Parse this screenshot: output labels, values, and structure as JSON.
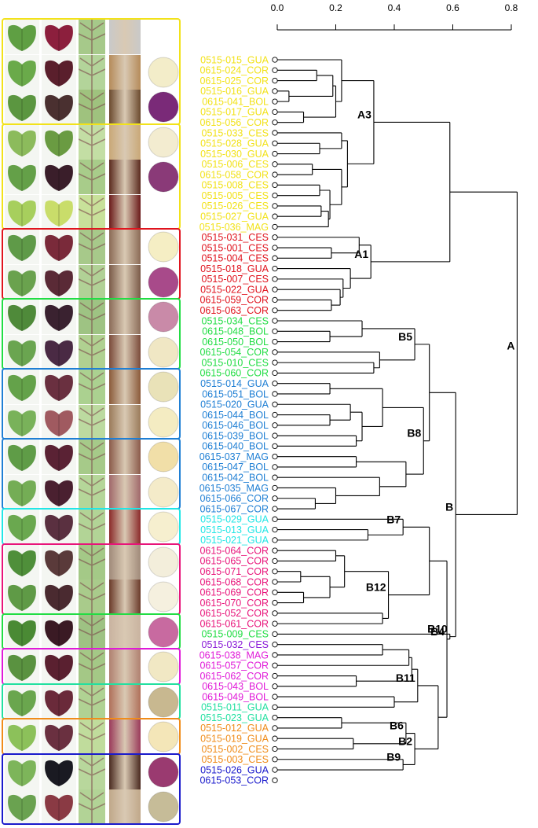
{
  "axis": {
    "ticks": [
      0.0,
      0.2,
      0.4,
      0.6,
      0.8
    ],
    "tick_labels": [
      "0.0",
      "0.2",
      "0.4",
      "0.6",
      "0.8"
    ],
    "range": [
      0.0,
      0.8
    ]
  },
  "colors": {
    "yellow": "#f2e21a",
    "red": "#e0141e",
    "green": "#22dd44",
    "blue": "#1f7fd4",
    "cyan": "#22e6e6",
    "pink": "#e8147a",
    "purple": "#8a1ad8",
    "magenta": "#e01ad8",
    "turquoise": "#22e0a0",
    "orange": "#f08c1a",
    "navy": "#1a1acc"
  },
  "leaves": [
    {
      "label": "0515-015_GUA",
      "color": "yellow"
    },
    {
      "label": "0615-024_COR",
      "color": "yellow"
    },
    {
      "label": "0615-025_COR",
      "color": "yellow"
    },
    {
      "label": "0515-016_GUA",
      "color": "yellow"
    },
    {
      "label": "0615-041_BOL",
      "color": "yellow"
    },
    {
      "label": "0515-017_GUA",
      "color": "yellow"
    },
    {
      "label": "0615-056_COR",
      "color": "yellow"
    },
    {
      "label": "0515-033_CES",
      "color": "yellow"
    },
    {
      "label": "0515-028_GUA",
      "color": "yellow"
    },
    {
      "label": "0515-030_GUA",
      "color": "yellow"
    },
    {
      "label": "0515-006_CES",
      "color": "yellow"
    },
    {
      "label": "0615-058_COR",
      "color": "yellow"
    },
    {
      "label": "0515-008_CES",
      "color": "yellow"
    },
    {
      "label": "0515-005_CES",
      "color": "yellow"
    },
    {
      "label": "0515-026_CES",
      "color": "yellow"
    },
    {
      "label": "0515-027_GUA",
      "color": "yellow"
    },
    {
      "label": "0515-036_MAG",
      "color": "yellow"
    },
    {
      "label": "0515-031_CES",
      "color": "red"
    },
    {
      "label": "0515-001_CES",
      "color": "red"
    },
    {
      "label": "0515-004_CES",
      "color": "red"
    },
    {
      "label": "0515-018_GUA",
      "color": "red"
    },
    {
      "label": "0515-007_CES",
      "color": "red"
    },
    {
      "label": "0515-022_GUA",
      "color": "red"
    },
    {
      "label": "0615-059_COR",
      "color": "red"
    },
    {
      "label": "0615-063_COR",
      "color": "red"
    },
    {
      "label": "0515-034_CES",
      "color": "green"
    },
    {
      "label": "0615-048_BOL",
      "color": "green"
    },
    {
      "label": "0615-050_BOL",
      "color": "green"
    },
    {
      "label": "0615-054_COR",
      "color": "green"
    },
    {
      "label": "0515-010_CES",
      "color": "green"
    },
    {
      "label": "0615-060_COR",
      "color": "green"
    },
    {
      "label": "0515-014_GUA",
      "color": "blue"
    },
    {
      "label": "0615-051_BOL",
      "color": "blue"
    },
    {
      "label": "0515-020_GUA",
      "color": "blue"
    },
    {
      "label": "0615-044_BOL",
      "color": "blue"
    },
    {
      "label": "0615-046_BOL",
      "color": "blue"
    },
    {
      "label": "0615-039_BOL",
      "color": "blue"
    },
    {
      "label": "0615-040_BOL",
      "color": "blue"
    },
    {
      "label": "0615-037_MAG",
      "color": "blue"
    },
    {
      "label": "0615-047_BOL",
      "color": "blue"
    },
    {
      "label": "0615-042_BOL",
      "color": "blue"
    },
    {
      "label": "0615-035_MAG",
      "color": "blue"
    },
    {
      "label": "0615-066_COR",
      "color": "blue"
    },
    {
      "label": "0615-067_COR",
      "color": "blue"
    },
    {
      "label": "0515-029_GUA",
      "color": "cyan"
    },
    {
      "label": "0515-013_GUA",
      "color": "cyan"
    },
    {
      "label": "0515-021_GUA",
      "color": "cyan"
    },
    {
      "label": "0615-064_COR",
      "color": "pink"
    },
    {
      "label": "0615-065_COR",
      "color": "pink"
    },
    {
      "label": "0615-071_COR",
      "color": "pink"
    },
    {
      "label": "0615-068_COR",
      "color": "pink"
    },
    {
      "label": "0615-069_COR",
      "color": "pink"
    },
    {
      "label": "0615-070_COR",
      "color": "pink"
    },
    {
      "label": "0615-052_COR",
      "color": "pink"
    },
    {
      "label": "0615-061_COR",
      "color": "pink"
    },
    {
      "label": "0515-009_CES",
      "color": "green"
    },
    {
      "label": "0515-032_CES",
      "color": "purple"
    },
    {
      "label": "0615-038_MAG",
      "color": "magenta"
    },
    {
      "label": "0615-057_COR",
      "color": "magenta"
    },
    {
      "label": "0615-062_COR",
      "color": "magenta"
    },
    {
      "label": "0615-043_BOL",
      "color": "magenta"
    },
    {
      "label": "0615-049_BOL",
      "color": "magenta"
    },
    {
      "label": "0515-011_GUA",
      "color": "turquoise"
    },
    {
      "label": "0515-023_GUA",
      "color": "turquoise"
    },
    {
      "label": "0515-012_GUA",
      "color": "orange"
    },
    {
      "label": "0515-019_GUA",
      "color": "orange"
    },
    {
      "label": "0515-002_CES",
      "color": "orange"
    },
    {
      "label": "0515-003_CES",
      "color": "orange"
    },
    {
      "label": "0515-026_GUA",
      "color": "navy"
    },
    {
      "label": "0615-053_COR",
      "color": "navy"
    }
  ],
  "merges": [
    {
      "a": 1,
      "b": 2,
      "h": 0.135
    },
    {
      "a": 3,
      "b": 4,
      "h": 0.04
    },
    {
      "a": 5,
      "b": 6,
      "h": 0.09
    },
    {
      "a": 1,
      "b": 3,
      "h": 0.19
    },
    {
      "a": 1,
      "b": 5,
      "h": 0.2
    },
    {
      "a": 0,
      "b": 1,
      "h": 0.22
    },
    {
      "a": 8,
      "b": 9,
      "h": 0.145
    },
    {
      "a": 7,
      "b": 8,
      "h": 0.22
    },
    {
      "a": 10,
      "b": 11,
      "h": 0.12
    },
    {
      "a": 12,
      "b": 13,
      "h": 0.145
    },
    {
      "a": 14,
      "b": 15,
      "h": 0.15
    },
    {
      "a": 14,
      "b": 16,
      "h": 0.175
    },
    {
      "a": 12,
      "b": 14,
      "h": 0.18
    },
    {
      "a": 10,
      "b": 12,
      "h": 0.22
    },
    {
      "a": 7,
      "b": 10,
      "h": 0.24
    },
    {
      "a": 0,
      "b": 7,
      "h": 0.33
    },
    {
      "a": 18,
      "b": 19,
      "h": 0.185
    },
    {
      "a": 17,
      "b": 18,
      "h": 0.28
    },
    {
      "a": 23,
      "b": 24,
      "h": 0.185
    },
    {
      "a": 22,
      "b": 23,
      "h": 0.215
    },
    {
      "a": 21,
      "b": 22,
      "h": 0.225
    },
    {
      "a": 20,
      "b": 21,
      "h": 0.25
    },
    {
      "a": 17,
      "b": 20,
      "h": 0.32
    },
    {
      "a": 0,
      "b": 17,
      "h": 0.59
    },
    {
      "a": 26,
      "b": 27,
      "h": 0.18
    },
    {
      "a": 25,
      "b": 26,
      "h": 0.29
    },
    {
      "a": 29,
      "b": 30,
      "h": 0.33
    },
    {
      "a": 28,
      "b": 29,
      "h": 0.35
    },
    {
      "a": 25,
      "b": 28,
      "h": 0.47
    },
    {
      "a": 31,
      "b": 32,
      "h": 0.18
    },
    {
      "a": 34,
      "b": 35,
      "h": 0.18
    },
    {
      "a": 33,
      "b": 34,
      "h": 0.25
    },
    {
      "a": 36,
      "b": 37,
      "h": 0.27
    },
    {
      "a": 33,
      "b": 36,
      "h": 0.29
    },
    {
      "a": 31,
      "b": 33,
      "h": 0.36
    },
    {
      "a": 38,
      "b": 39,
      "h": 0.27
    },
    {
      "a": 42,
      "b": 43,
      "h": 0.13
    },
    {
      "a": 41,
      "b": 42,
      "h": 0.2
    },
    {
      "a": 40,
      "b": 41,
      "h": 0.35
    },
    {
      "a": 38,
      "b": 40,
      "h": 0.44
    },
    {
      "a": 31,
      "b": 38,
      "h": 0.5
    },
    {
      "a": 25,
      "b": 31,
      "h": 0.52
    },
    {
      "a": 45,
      "b": 46,
      "h": 0.31
    },
    {
      "a": 44,
      "b": 45,
      "h": 0.43
    },
    {
      "a": 47,
      "b": 48,
      "h": 0.2
    },
    {
      "a": 49,
      "b": 50,
      "h": 0.08
    },
    {
      "a": 51,
      "b": 52,
      "h": 0.09
    },
    {
      "a": 49,
      "b": 51,
      "h": 0.18
    },
    {
      "a": 47,
      "b": 49,
      "h": 0.23
    },
    {
      "a": 53,
      "b": 54,
      "h": 0.36
    },
    {
      "a": 47,
      "b": 53,
      "h": 0.38
    },
    {
      "a": 44,
      "b": 47,
      "h": 0.52
    },
    {
      "a": 56,
      "b": 57,
      "h": 0.36
    },
    {
      "a": 56,
      "b": 58,
      "h": 0.45
    },
    {
      "a": 59,
      "b": 60,
      "h": 0.27
    },
    {
      "a": 56,
      "b": 59,
      "h": 0.46
    },
    {
      "a": 61,
      "b": 62,
      "h": 0.4
    },
    {
      "a": 56,
      "b": 61,
      "h": 0.48
    },
    {
      "a": 63,
      "b": 64,
      "h": 0.22
    },
    {
      "a": 65,
      "b": 66,
      "h": 0.26
    },
    {
      "a": 63,
      "b": 65,
      "h": 0.44
    },
    {
      "a": 67,
      "b": 68,
      "h": 0.43
    },
    {
      "a": 63,
      "b": 67,
      "h": 0.47
    },
    {
      "a": 56,
      "b": 63,
      "h": 0.55
    },
    {
      "a": 44,
      "b": 56,
      "h": 0.58
    },
    {
      "a": 44,
      "b": 55,
      "h": 0.59
    },
    {
      "a": 25,
      "b": 44,
      "h": 0.61
    },
    {
      "a": 0,
      "b": 25,
      "h": 0.82
    }
  ],
  "clade_labels": [
    {
      "text": "A",
      "node": 67
    },
    {
      "text": "A3",
      "node": 15
    },
    {
      "text": "A1",
      "node": 22
    },
    {
      "text": "B",
      "node": 66
    },
    {
      "text": "B5",
      "node": 28
    },
    {
      "text": "B8",
      "node": 40
    },
    {
      "text": "B7",
      "node": 43
    },
    {
      "text": "B12",
      "node": 50
    },
    {
      "text": "B4",
      "node": 64
    },
    {
      "text": "B10",
      "node": 65
    },
    {
      "text": "B11",
      "node": 57
    },
    {
      "text": "B6",
      "node": 60
    },
    {
      "text": "B2",
      "node": 62
    },
    {
      "text": "B9",
      "node": 61
    }
  ],
  "photo_groups": [
    {
      "color": "yellow",
      "rows": [
        0,
        1,
        2
      ]
    },
    {
      "color": "yellow",
      "rows": [
        3,
        4,
        5
      ]
    },
    {
      "color": "red",
      "rows": [
        6,
        7
      ]
    },
    {
      "color": "green",
      "rows": [
        8,
        9
      ]
    },
    {
      "color": "blue",
      "rows": [
        10,
        11
      ]
    },
    {
      "color": "blue",
      "rows": [
        12,
        13
      ]
    },
    {
      "color": "cyan",
      "rows": [
        14
      ]
    },
    {
      "color": "pink",
      "rows": [
        15,
        16
      ]
    },
    {
      "color": "green",
      "rows": [
        17
      ]
    },
    {
      "color": "magenta",
      "rows": [
        18
      ]
    },
    {
      "color": "turquoise",
      "rows": [
        19
      ]
    },
    {
      "color": "orange",
      "rows": [
        20
      ]
    },
    {
      "color": "navy",
      "rows": [
        21,
        22
      ]
    }
  ],
  "photo_rows": [
    {
      "leaf": "#5f9f43",
      "leaf_back": "#8c1f3d",
      "vein": "#a6c98a",
      "stem": "#c9c9c9",
      "root": null
    },
    {
      "leaf": "#6aaa4a",
      "leaf_back": "#5a1f2c",
      "vein": "#b3d49a",
      "stem": "#b58b5a",
      "root": "#f3edc9"
    },
    {
      "leaf": "#5b9640",
      "leaf_back": "#4a3030",
      "vein": "#9fc27e",
      "stem": "#6b4a2e",
      "root": "#7a2a78"
    },
    {
      "leaf": "#8cbb5c",
      "leaf_back": "#6a9b42",
      "vein": "#c3dea4",
      "stem": "#c9a877",
      "root": "#f3ecd0"
    },
    {
      "leaf": "#64a048",
      "leaf_back": "#3a1e2a",
      "vein": "#a8cc8a",
      "stem": "#5a2a1e",
      "root": "#8a3a78"
    },
    {
      "leaf": "#a7cf5d",
      "leaf_back": "#c9dd6a",
      "vein": "#c8e19a",
      "stem": "#6a1a1a",
      "root": null
    },
    {
      "leaf": "#5f9a48",
      "leaf_back": "#7a2a3a",
      "vein": "#a7c98a",
      "stem": "#8a6a55",
      "root": "#f5eec4"
    },
    {
      "leaf": "#6aa24e",
      "leaf_back": "#5a2a36",
      "vein": "#b1d196",
      "stem": "#7a5a48",
      "root": "#a84a8a"
    },
    {
      "leaf": "#4f8a3a",
      "leaf_back": "#3a2230",
      "vein": "#9ec383",
      "stem": "#8a6b58",
      "root": "#c98aa8"
    },
    {
      "leaf": "#6aa550",
      "leaf_back": "#4a2a44",
      "vein": "#b0d191",
      "stem": "#7a4a3a",
      "root": "#f0e7c4"
    },
    {
      "leaf": "#64a24a",
      "leaf_back": "#6a3040",
      "vein": "#abd190",
      "stem": "#8a5a3a",
      "root": "#e9e2b8"
    },
    {
      "leaf": "#79b25a",
      "leaf_back": "#a05a60",
      "vein": "#bcdaa0",
      "stem": "#9a7a5a",
      "root": "#f4ecc2"
    },
    {
      "leaf": "#5f9c47",
      "leaf_back": "#5a2234",
      "vein": "#a6ca89",
      "stem": "#8a5a4a",
      "root": "#f1dfa8"
    },
    {
      "leaf": "#74ad55",
      "leaf_back": "#4a2030",
      "vein": "#b5d699",
      "stem": "#a0686a",
      "root": "#f4ebc9"
    },
    {
      "leaf": "#6aa84f",
      "leaf_back": "#5a3040",
      "vein": "#b2d496",
      "stem": "#8a2a2a",
      "root": "#f6efcf"
    },
    {
      "leaf": "#4f8f3a",
      "leaf_back": "#5a3a3a",
      "vein": "#a4c987",
      "stem": "#a08a7a",
      "root": "#f3eedb"
    },
    {
      "leaf": "#5f9a46",
      "leaf_back": "#4a2a30",
      "vein": "#a9cb8b",
      "stem": "#6a3a2a",
      "root": "#f5f0df"
    },
    {
      "leaf": "#4a8a34",
      "leaf_back": "#3a1a24",
      "vein": "#9ec283",
      "stem": "#c9b3a0",
      "root": "#c86aa0"
    },
    {
      "leaf": "#5a9240",
      "leaf_back": "#5a2030",
      "vein": "#a4c886",
      "stem": "#b08070",
      "root": "#f1e8c4"
    },
    {
      "leaf": "#6aa64e",
      "leaf_back": "#6a2a3a",
      "vein": "#b0d293",
      "stem": "#b0705a",
      "root": "#c8b890"
    },
    {
      "leaf": "#8cc15a",
      "leaf_back": "#6a3040",
      "vein": "#c0dc9c",
      "stem": "#9a3a5a",
      "root": "#f4e6b8"
    },
    {
      "leaf": "#7db55a",
      "leaf_back": "#1a1a22",
      "vein": "#b8d79c",
      "stem": "#4a2a20",
      "root": "#9a3a70"
    },
    {
      "leaf": "#6aa250",
      "leaf_back": "#8a3a44",
      "vein": "#b2d396",
      "stem": "#c0a88a",
      "root": "#c6bc98"
    }
  ]
}
